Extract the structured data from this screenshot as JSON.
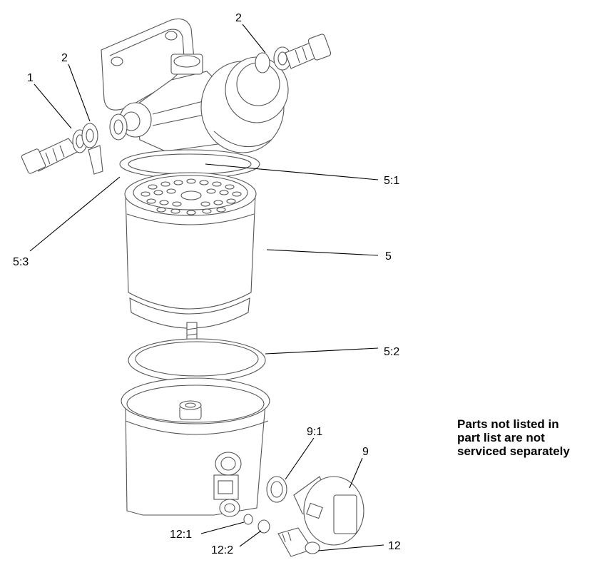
{
  "callouts": {
    "c1": "1",
    "c2a": "2",
    "c2b": "2",
    "c5_1": "5:1",
    "c5_3": "5:3",
    "c5": "5",
    "c5_2": "5:2",
    "c9_1": "9:1",
    "c9": "9",
    "c12_1": "12:1",
    "c12_2": "12:2",
    "c12": "12"
  },
  "note": {
    "line1": "Parts not listed in",
    "line2": "part list are not",
    "line3": "serviced separately"
  }
}
